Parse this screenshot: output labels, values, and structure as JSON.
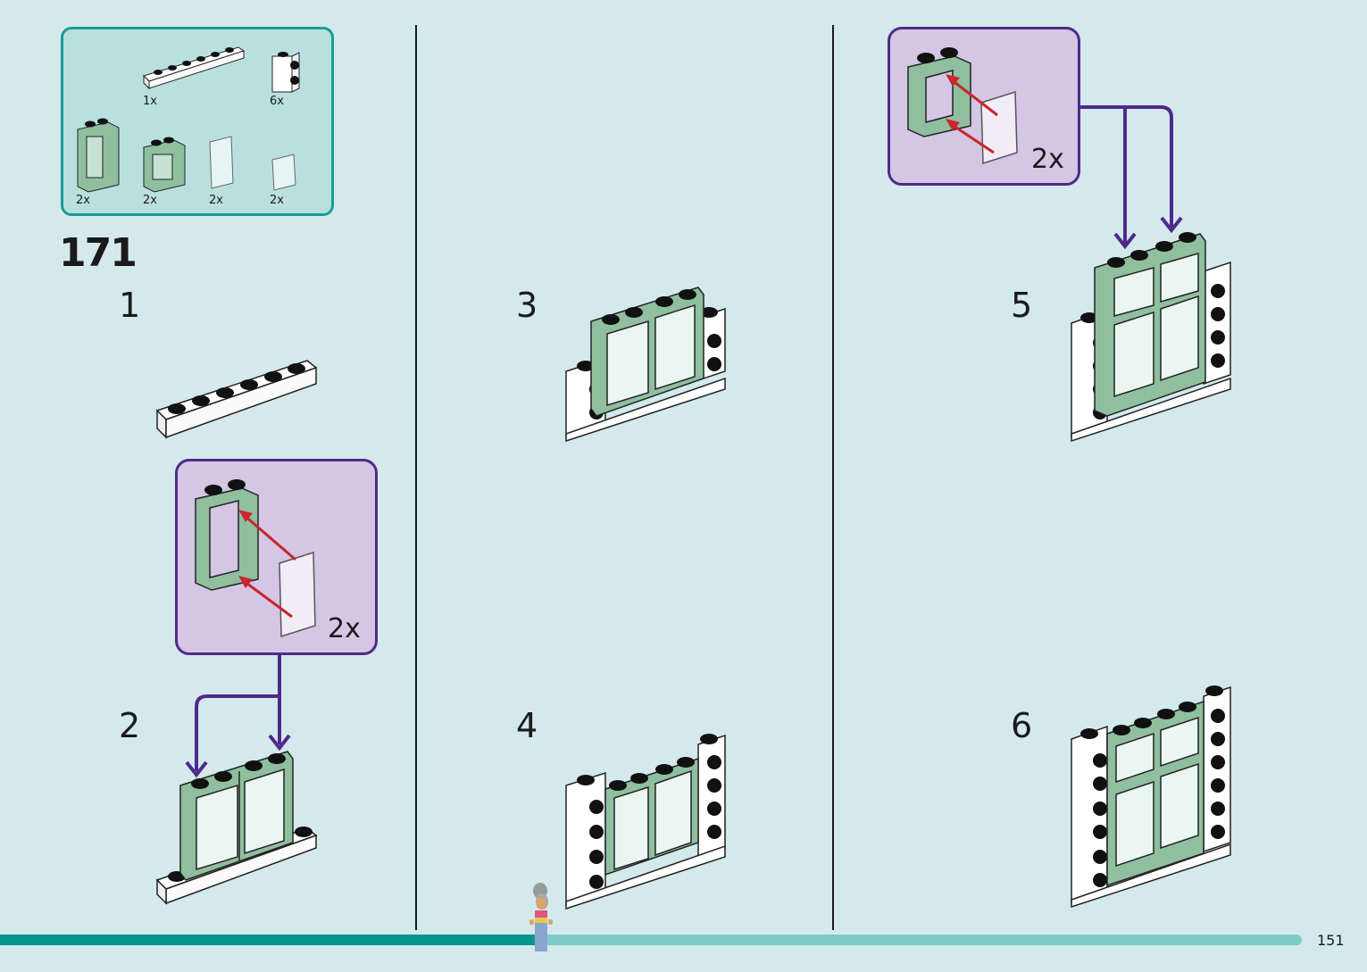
{
  "page": {
    "page_number": "151",
    "bag_number": "171",
    "progress_fraction": 0.415
  },
  "colors": {
    "background": "#d4e9eb",
    "parts_box_border": "#1a9c98",
    "parts_box_fill": "#b9e0df",
    "callout_fill": "#d4c6e4",
    "callout_border": "#4f2a8a",
    "brick_sand_green": "#8fbf9f",
    "brick_white": "#ffffff",
    "arrow_red": "#c8262b",
    "progress_fill": "#06968f",
    "progress_track": "#7ecbc8"
  },
  "parts_list": [
    {
      "part": "plate-1x6-white",
      "qty": "1x"
    },
    {
      "part": "brick-1x1-studs-on-side-white",
      "qty": "6x"
    },
    {
      "part": "window-frame-1x2x3-sand-green",
      "qty": "2x"
    },
    {
      "part": "window-frame-1x2x2-sand-green",
      "qty": "2x"
    },
    {
      "part": "glass-1x2x3-transparent",
      "qty": "2x"
    },
    {
      "part": "glass-1x2x2-transparent",
      "qty": "2x"
    }
  ],
  "steps": [
    {
      "number": "1",
      "label": "1"
    },
    {
      "number": "2",
      "label": "2",
      "callout_qty": "2x"
    },
    {
      "number": "3",
      "label": "3"
    },
    {
      "number": "4",
      "label": "4"
    },
    {
      "number": "5",
      "label": "5",
      "callout_qty": "2x"
    },
    {
      "number": "6",
      "label": "6"
    }
  ],
  "icons": {
    "minifigure": "minifigure-icon"
  }
}
